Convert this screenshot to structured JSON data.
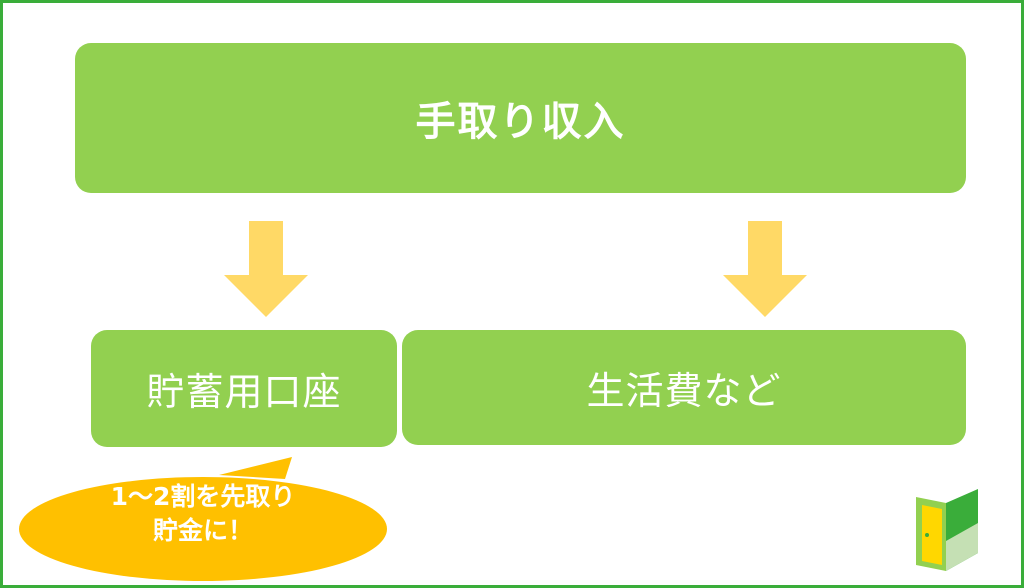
{
  "diagram": {
    "top_box": {
      "label": "手取り収入"
    },
    "left_box": {
      "label": "貯蓄用口座"
    },
    "right_box": {
      "label": "生活費など"
    },
    "callout": {
      "line1": "1～2割を先取り",
      "line2": "貯金に！"
    },
    "arrows": [
      "arrow-down-icon",
      "arrow-down-icon"
    ],
    "logo_icon": "door-logo-icon"
  },
  "colors": {
    "frame_border": "#3aad3a",
    "box_fill": "#92d050",
    "box_text": "#ffffff",
    "arrow_fill": "#ffd966",
    "callout_fill": "#ffc000",
    "logo_dark": "#3aad3a",
    "logo_mid": "#92d050",
    "logo_light": "#c5e0b4",
    "logo_door": "#ffd700"
  }
}
